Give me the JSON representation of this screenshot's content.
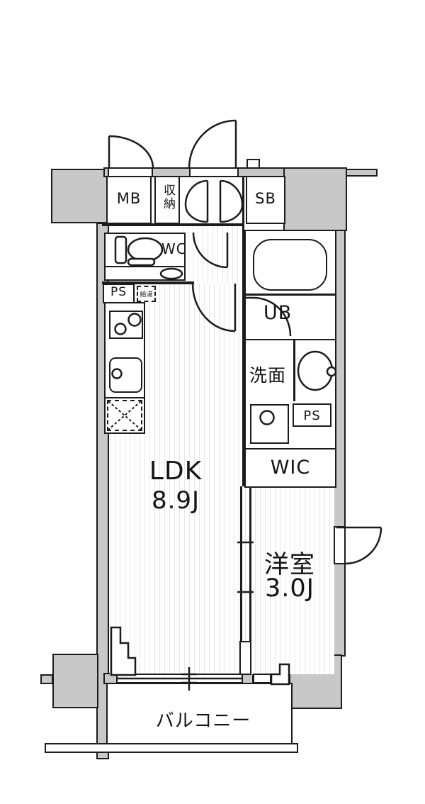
{
  "plan_title": "apartment-floor-plan",
  "colors": {
    "wall_fill": "#c8c8c8",
    "outline": "#1c1c1c",
    "floor": "#ffffff",
    "floor_stripe": "#e7e7e7"
  },
  "labels": {
    "mb": "MB",
    "storage": "収納",
    "sb": "SB",
    "wc": "WC",
    "ps_kitchen": "PS",
    "water_heater": "給湯",
    "ub": "UB",
    "washroom": "洗面",
    "ps_washroom": "PS",
    "wic": "WIC",
    "ldk_name": "LDK",
    "ldk_size": "8.9J",
    "bedroom_name": "洋室",
    "bedroom_size": "3.0J",
    "balcony": "バルコニー"
  },
  "fixtures": [
    "toilet",
    "bathtub",
    "wash-basin",
    "washing-machine-pan",
    "stove-burners",
    "kitchen-sink",
    "refrigerator-space"
  ],
  "doors": [
    "meter-box-door",
    "entrance-door",
    "entrance-closet-doors",
    "wc-door",
    "ldk-door",
    "bath-door",
    "bedroom-window-door",
    "ldk-bedroom-sliding-door",
    "balcony-sliding-window"
  ]
}
